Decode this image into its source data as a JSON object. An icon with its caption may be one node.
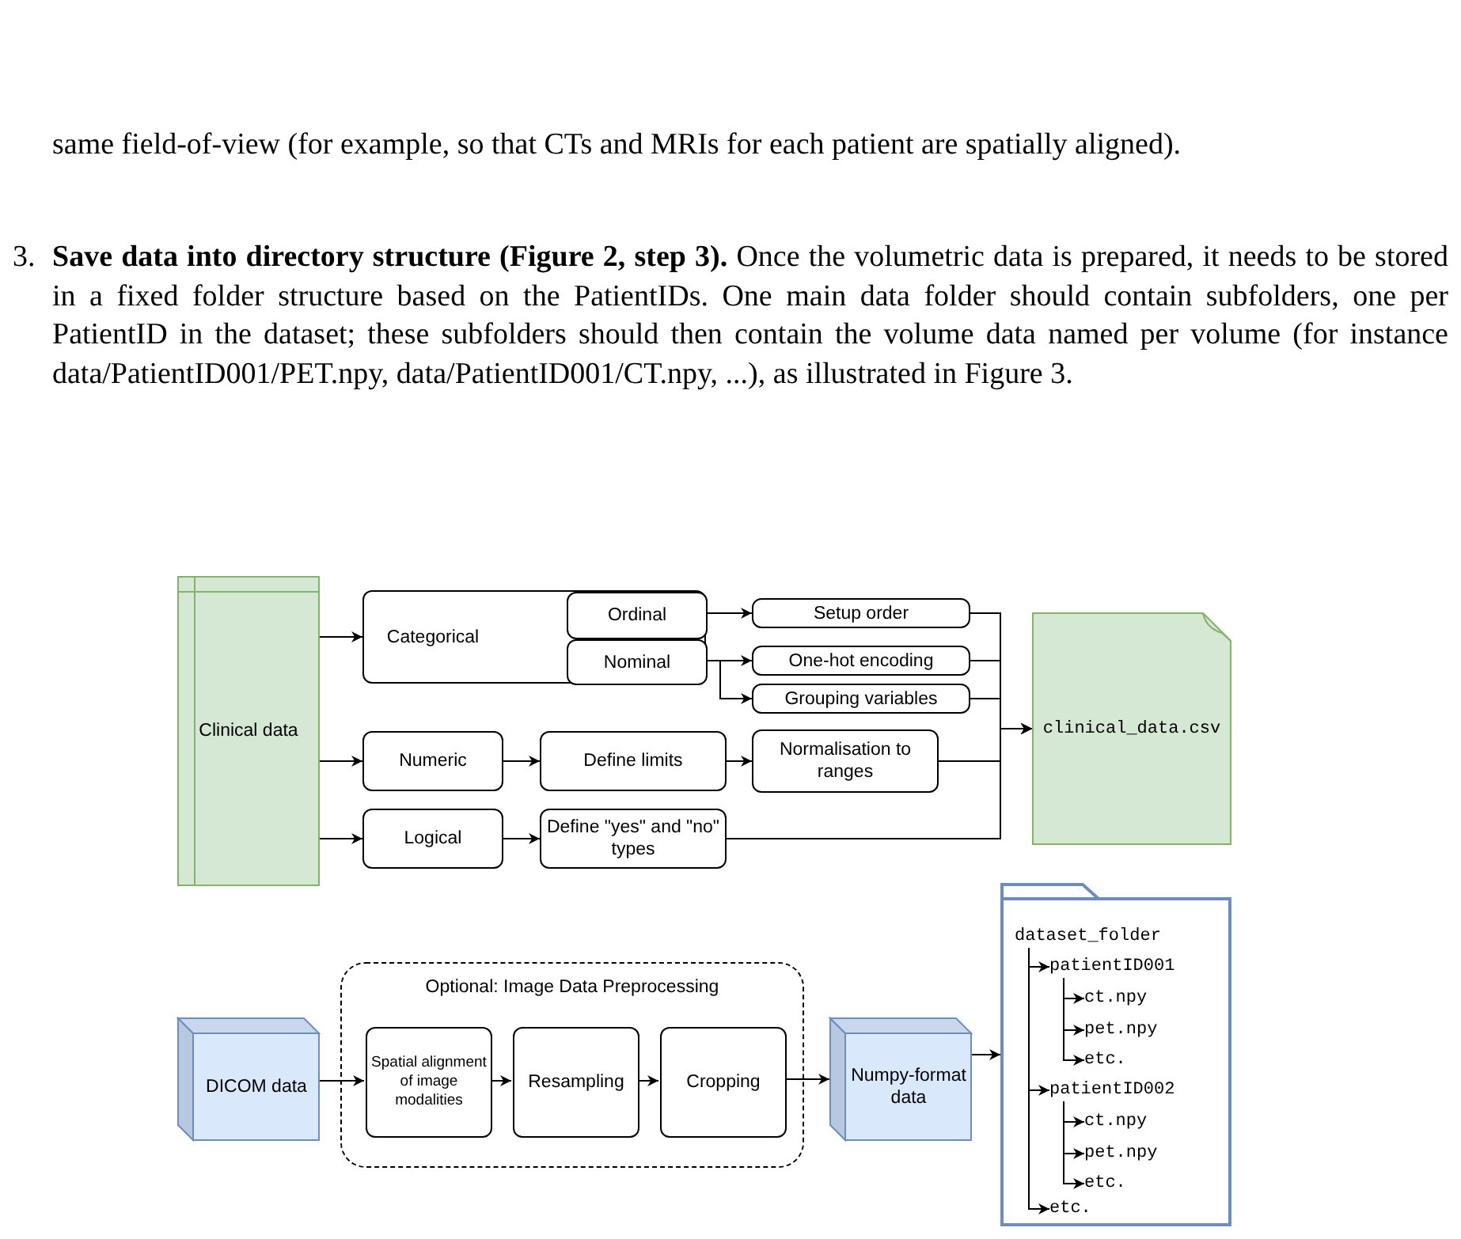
{
  "diagram": {
    "nodes": [
      {
        "text": [
          "Clinical data"
        ]
      },
      {
        "text": [
          "Categorical"
        ]
      },
      {
        "text": [
          "Ordinal"
        ],
        "in": 1
      },
      {
        "text": [
          "Nominal"
        ],
        "in": 1
      },
      {
        "text": [
          "Setup order"
        ]
      },
      {
        "text": [
          "One-hot encoding"
        ]
      },
      {
        "text": [
          "Grouping variables"
        ]
      },
      {
        "text": [
          "Numeric"
        ]
      },
      {
        "text": [
          "Define limits"
        ]
      },
      {
        "text": [
          "Normalisation to ranges"
        ]
      },
      {
        "text": [
          "Logical"
        ]
      },
      {
        "text": [
          "Define \"yes\" and \"no\" types"
        ]
      },
      {
        "text": [
          "clinical_data.csv"
        ]
      },
      {
        "text": [
          "DICOM data"
        ]
      },
      {
        "text": [
          "Optional: Image Data Preprocessing"
        ]
      },
      {
        "text": [
          "Spatial alignment of image modalities"
        ],
        "in": 14
      },
      {
        "text": [
          "Resampling"
        ],
        "in": 14
      },
      {
        "text": [
          "Cropping"
        ],
        "in": 14
      },
      {
        "text": [
          "Numpy-format data"
        ]
      },
      {
        "text": [],
        "shape": "folder"
      },
      {
        "text": [
          "dataset_folder"
        ],
        "in": 19
      },
      {
        "text": [
          "patientID001"
        ],
        "in": 19
      },
      {
        "text": [
          "ct.npy"
        ],
        "in": 19
      },
      {
        "text": [
          "pet.npy"
        ],
        "in": 19
      },
      {
        "text": [
          "etc."
        ],
        "in": 19
      },
      {
        "text": [
          "patientID002"
        ],
        "in": 19
      },
      {
        "text": [
          "ct.npy"
        ],
        "in": 19
      },
      {
        "text": [
          "pet.npy"
        ],
        "in": 19
      },
      {
        "text": [
          "etc."
        ],
        "in": 19
      },
      {
        "text": [
          "etc."
        ],
        "in": 19
      }
    ],
    "edges": [
      {
        "from": 0,
        "to": 1,
        "arrow": "to"
      },
      {
        "from": 2,
        "to": 4,
        "arrow": "to"
      },
      {
        "from": 3,
        "to": 5,
        "arrow": "to"
      },
      {
        "from": 3,
        "to": 6,
        "arrow": "to"
      },
      {
        "from": 4,
        "to": 12,
        "arrow": "to"
      },
      {
        "from": 5,
        "to": 12,
        "arrow": "to"
      },
      {
        "from": 6,
        "to": 12,
        "arrow": "to"
      },
      {
        "from": 0,
        "to": 7,
        "arrow": "to"
      },
      {
        "from": 7,
        "to": 8,
        "arrow": "to"
      },
      {
        "from": 8,
        "to": 9,
        "arrow": "to"
      },
      {
        "from": 9,
        "to": 12,
        "arrow": "to"
      },
      {
        "from": 0,
        "to": 10,
        "arrow": "to"
      },
      {
        "from": 10,
        "to": 11,
        "arrow": "to"
      },
      {
        "from": 11,
        "to": 12,
        "arrow": "to"
      },
      {
        "from": 13,
        "to": 15,
        "arrow": "to"
      },
      {
        "from": 15,
        "to": 16,
        "arrow": "to"
      },
      {
        "from": 16,
        "to": 17,
        "arrow": "to"
      },
      {
        "from": 17,
        "to": 18,
        "arrow": "to"
      },
      {
        "from": 18,
        "to": 19,
        "arrow": "to"
      },
      {
        "from": 20,
        "to": 21,
        "arrow": "to"
      },
      {
        "from": 21,
        "to": 22,
        "arrow": "to"
      },
      {
        "from": 21,
        "to": 23,
        "arrow": "to"
      },
      {
        "from": 21,
        "to": 24,
        "arrow": "to"
      },
      {
        "from": 20,
        "to": 25,
        "arrow": "to"
      },
      {
        "from": 25,
        "to": 26,
        "arrow": "to"
      },
      {
        "from": 25,
        "to": 27,
        "arrow": "to"
      },
      {
        "from": 25,
        "to": 28,
        "arrow": "to"
      },
      {
        "from": 20,
        "to": 29,
        "arrow": "to"
      }
    ],
    "labels": [
      "same field-of-view (for example, so that CTs and MRIs for each patient are spatially aligned).",
      "3.",
      "**Save data into directory structure (Figure 2, step 3).** Once the volumetric data is prepared, it needs to be stored in a fixed folder structure based on the PatientIDs. One main data folder should contain subfolders, one per PatientID in the dataset; these subfolders should then contain the volume data named per volume (for instance data/PatientID001/PET.npy, data/PatientID001/CT.npy, ...), as illustrated in Figure 3."
    ]
  }
}
